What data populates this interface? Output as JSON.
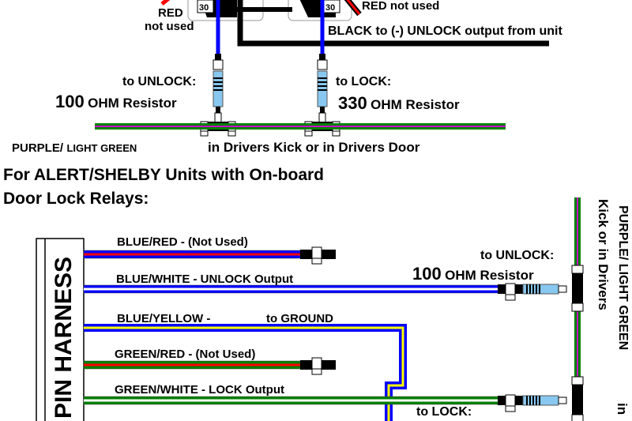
{
  "top": {
    "red_left_label": "RED",
    "red_left_sub": "not used",
    "red_right_label": "RED not used",
    "relay_number_left": "30",
    "relay_number_right": "30",
    "black_label": "BLACK to (-) UNLOCK output from unit",
    "unlock_label": "to UNLOCK:",
    "unlock_resistor_value": "100",
    "unlock_resistor_unit": "OHM Resistor",
    "lock_label": "to LOCK:",
    "lock_resistor_value": "330",
    "lock_resistor_unit": "OHM Resistor",
    "wire_color_label_1": "PURPLE/",
    "wire_color_label_2": "LIGHT GREEN",
    "location_label": "in Drivers Kick or in Drivers Door"
  },
  "section_heading": {
    "line1": "For ALERT/SHELBY Units with On-board",
    "line2": "Door Lock Relays:"
  },
  "harness": {
    "label": "PIN HARNESS",
    "wires": [
      {
        "label": "BLUE/RED - (Not Used)",
        "colors": [
          "#0000ff",
          "#ff0000"
        ]
      },
      {
        "label": "BLUE/WHITE - UNLOCK Output",
        "colors": [
          "#0000ff",
          "#ffffff"
        ]
      },
      {
        "label": "BLUE/YELLOW -",
        "extra": "to GROUND",
        "colors": [
          "#0000ff",
          "#ffff00"
        ]
      },
      {
        "label": "GREEN/RED - (Not Used)",
        "colors": [
          "#008000",
          "#ff0000"
        ]
      },
      {
        "label": "GREEN/WHITE - LOCK Output",
        "colors": [
          "#008000",
          "#ffffff"
        ]
      }
    ]
  },
  "right": {
    "unlock_label": "to UNLOCK:",
    "unlock_resistor_value": "100",
    "unlock_resistor_unit": "OHM Resistor",
    "lock_label": "to LOCK:",
    "vertical_wire_label": "PURPLE/ LIGHT GREEN",
    "vertical_location_label": "Kick or in Drivers",
    "vertical_in": "in"
  },
  "colors": {
    "purple": "#cc00cc",
    "light_green": "#008000",
    "resistor": "#88c8f0",
    "blue": "#0000ff",
    "black": "#000000"
  }
}
